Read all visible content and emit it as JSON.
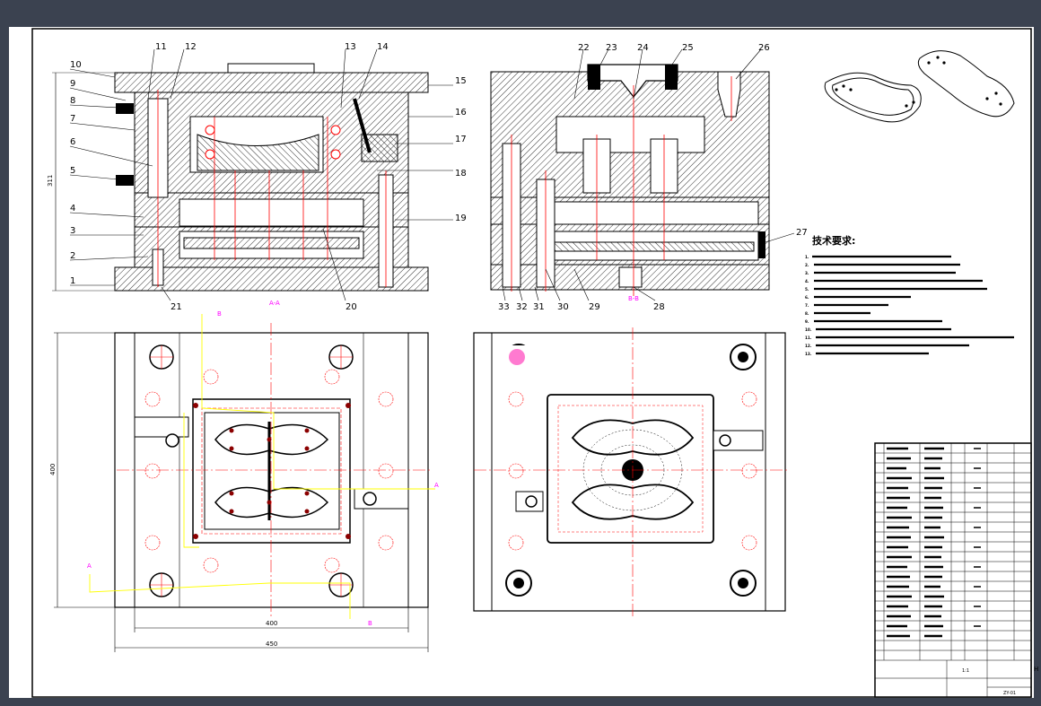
{
  "part_labels": [
    "1",
    "2",
    "3",
    "4",
    "5",
    "6",
    "7",
    "8",
    "9",
    "10",
    "11",
    "12",
    "13",
    "14",
    "15",
    "16",
    "17",
    "18",
    "19",
    "20",
    "21",
    "22",
    "23",
    "24",
    "25",
    "26",
    "27",
    "28",
    "29",
    "30",
    "31",
    "32",
    "33"
  ],
  "dimensions": {
    "height_left": "311",
    "height_plan": "400",
    "width_inner": "400",
    "width_outer": "450"
  },
  "section_markers": {
    "aa": "A-A",
    "bb": "B-B",
    "a": "A",
    "b": "B"
  },
  "tech_requirements": {
    "title": "技术要求:",
    "items": [
      "1.",
      "2.",
      "3.",
      "4.",
      "5.",
      "6.",
      "7.",
      "8.",
      "9.",
      "10.",
      "11.",
      "12.",
      "13."
    ]
  },
  "title_block": {
    "corner_mark": "H",
    "ratio": "1:1",
    "drawing_no": "ZY-01"
  },
  "colors": {
    "background": "#ffffff",
    "frame": "#3b4250",
    "line": "#000000",
    "center": "#ff0000",
    "guide": "#ffff00",
    "marker": "#ff00ff"
  }
}
